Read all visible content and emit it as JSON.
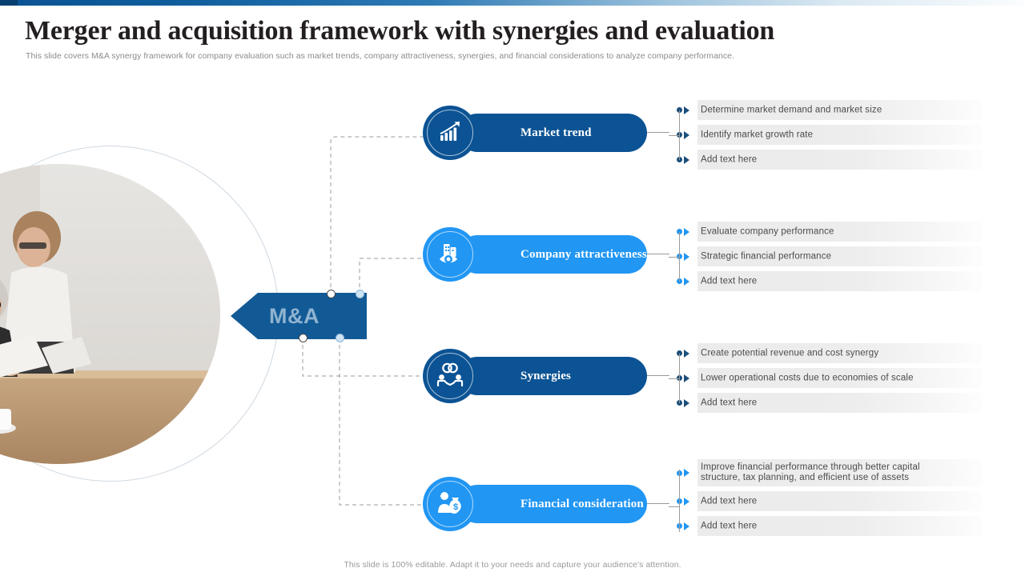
{
  "header": {
    "title": "Merger and acquisition framework with synergies and evaluation",
    "subtitle": "This slide covers M&A  synergy framework for company evaluation such as market trends, company attractiveness, synergies, and financial considerations to analyze company performance."
  },
  "center": {
    "label": "M&A",
    "fill_color": "#125a96",
    "text_color": "#8fb3d0"
  },
  "photo": {
    "alt": "three-businesswomen-reviewing-documents-at-desk"
  },
  "branches": [
    {
      "label": "Market trend",
      "icon": "growth-bar-chart-icon",
      "pill_color": "#0b5394",
      "circle_color": "#0b5394",
      "marker_color": "#1b4f7a",
      "items": [
        {
          "text": "Determine  market demand  and market  size",
          "two_line": false
        },
        {
          "text": "Identify  market  growth rate",
          "two_line": false
        },
        {
          "text": "Add text here",
          "two_line": false
        }
      ]
    },
    {
      "label": "Company attractiveness",
      "icon": "building-eye-icon",
      "pill_color": "#2196f3",
      "circle_color": "#2196f3",
      "marker_color": "#2196f3",
      "items": [
        {
          "text": "Evaluate  company  performance",
          "two_line": false
        },
        {
          "text": "Strategic financial  performance",
          "two_line": false
        },
        {
          "text": "Add text here",
          "two_line": false
        }
      ]
    },
    {
      "label": "Synergies",
      "icon": "partnership-handshake-icon",
      "pill_color": "#0b5394",
      "circle_color": "#0b5394",
      "marker_color": "#1b4f7a",
      "items": [
        {
          "text": "Create  potential  revenue  and cost synergy",
          "two_line": false
        },
        {
          "text": "Lower  operational  costs due to economies  of scale",
          "two_line": false
        },
        {
          "text": "Add text here",
          "two_line": false
        }
      ]
    },
    {
      "label": "Financial consideration",
      "icon": "money-bag-person-icon",
      "pill_color": "#2196f3",
      "circle_color": "#2196f3",
      "marker_color": "#2196f3",
      "items": [
        {
          "text": "Improve  financial  performance  through  better capital structure, tax planning,  and efficient  use of assets",
          "two_line": true
        },
        {
          "text": "Add text here",
          "two_line": false
        },
        {
          "text": "Add text here",
          "two_line": false
        }
      ]
    }
  ],
  "footer": {
    "note": "This slide is 100% editable.  Adapt it to your needs and capture your audience's attention."
  }
}
